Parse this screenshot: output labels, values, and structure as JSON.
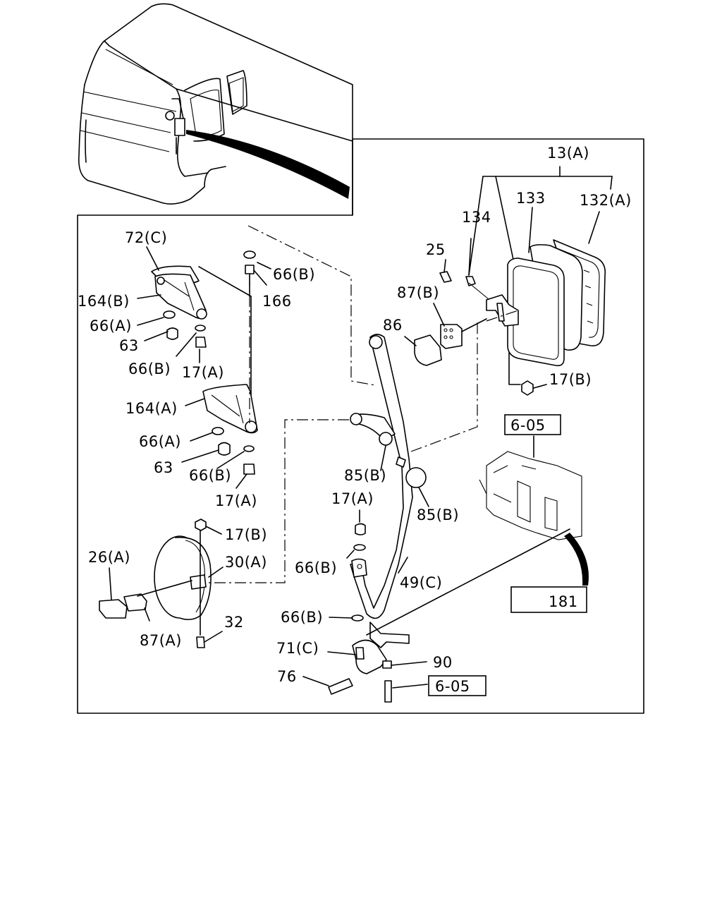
{
  "labels": {
    "l_13a": "13(A)",
    "l_133": "133",
    "l_132a": "132(A)",
    "l_134": "134",
    "l_25": "25",
    "l_87b": "87(B)",
    "l_86": "86",
    "l_72c": "72(C)",
    "l_66b_top": "66(B)",
    "l_166": "166",
    "l_164b": "164(B)",
    "l_66a_1": "66(A)",
    "l_63_1": "63",
    "l_66b_2": "66(B)",
    "l_17a_1": "17(A)",
    "l_17b_1": "17(B)",
    "l_164a": "164(A)",
    "l_66a_2": "66(A)",
    "l_63_2": "63",
    "l_66b_3": "66(B)",
    "l_17a_2": "17(A)",
    "l_85b_1": "85(B)",
    "l_85b_2": "85(B)",
    "l_17a_3": "17(A)",
    "l_66b_4": "66(B)",
    "l_49c": "49(C)",
    "l_17b_2": "17(B)",
    "l_30a": "30(A)",
    "l_26a": "26(A)",
    "l_87a": "87(A)",
    "l_32": "32",
    "l_66b_5": "66(B)",
    "l_71c": "71(C)",
    "l_90": "90",
    "l_76": "76",
    "l_181": "181"
  },
  "references": {
    "ref_605_top": "6-05",
    "ref_605_bottom": "6-05"
  }
}
